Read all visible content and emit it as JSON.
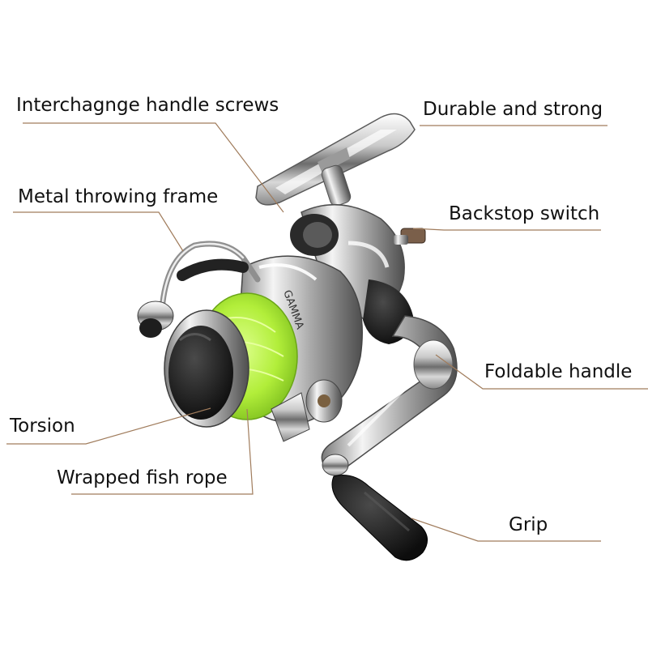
{
  "labels": {
    "handle_screws": "Interchagnge handle screws",
    "durable": "Durable and strong",
    "throwing_frame": "Metal throwing frame",
    "backstop": "Backstop switch",
    "foldable_handle": "Foldable handle",
    "torsion": "Torsion",
    "fish_rope": "Wrapped fish rope",
    "grip": "Grip"
  },
  "colors": {
    "leader_line": "#a07c5c",
    "chrome_light": "#f2f2f2",
    "chrome_mid": "#b5b5b5",
    "chrome_dark": "#5c5c5c",
    "line_green": "#b8f24a",
    "knob_black": "#1a1a1a"
  }
}
